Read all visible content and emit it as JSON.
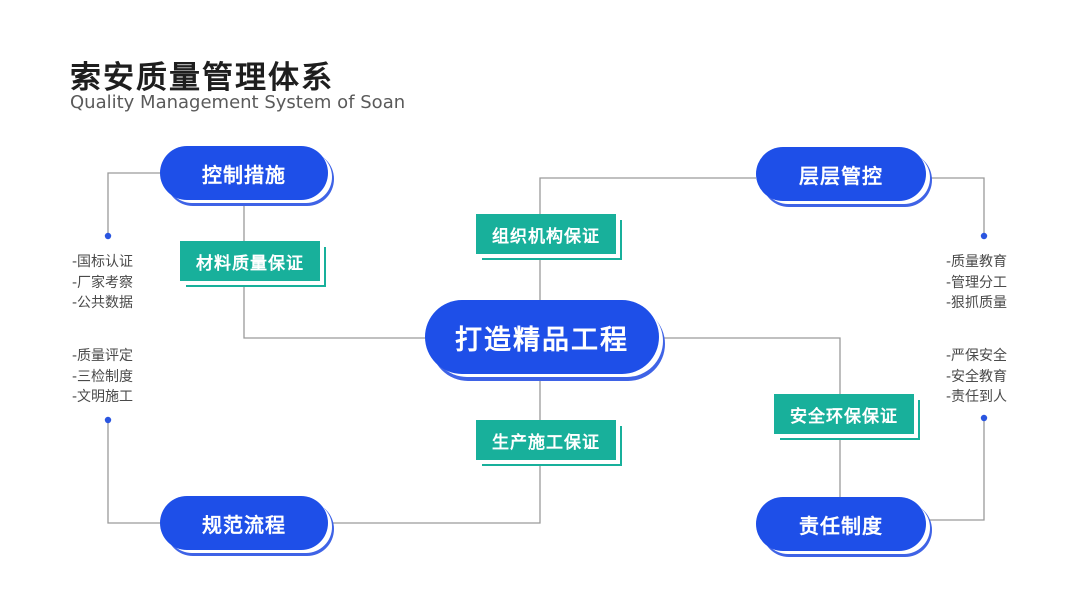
{
  "header": {
    "title": "索安质量管理体系",
    "subtitle": "Quality Management System of Soan"
  },
  "center": {
    "label": "打造精品工程"
  },
  "nodes": {
    "control_measures": "控制措施",
    "layered_control": "层层管控",
    "standard_process": "规范流程",
    "responsibility_system": "责任制度"
  },
  "tags": {
    "material_quality": "材料质量保证",
    "organization": "组织机构保证",
    "production": "生产施工保证",
    "safety_env": "安全环保保证"
  },
  "lists": {
    "left_top": [
      "-国标认证",
      "-厂家考察",
      "-公共数据"
    ],
    "left_bottom": [
      "-质量评定",
      "-三检制度",
      "-文明施工"
    ],
    "right_top": [
      "-质量教育",
      "-管理分工",
      "-狠抓质量"
    ],
    "right_bottom": [
      "-严保安全",
      "-安全教育",
      "-责任到人"
    ]
  },
  "colors": {
    "node_blue": "#1e4fe8",
    "tag_teal": "#18b09b",
    "line_gray": "#9a9a9a",
    "dot_blue": "#2a55e0"
  }
}
